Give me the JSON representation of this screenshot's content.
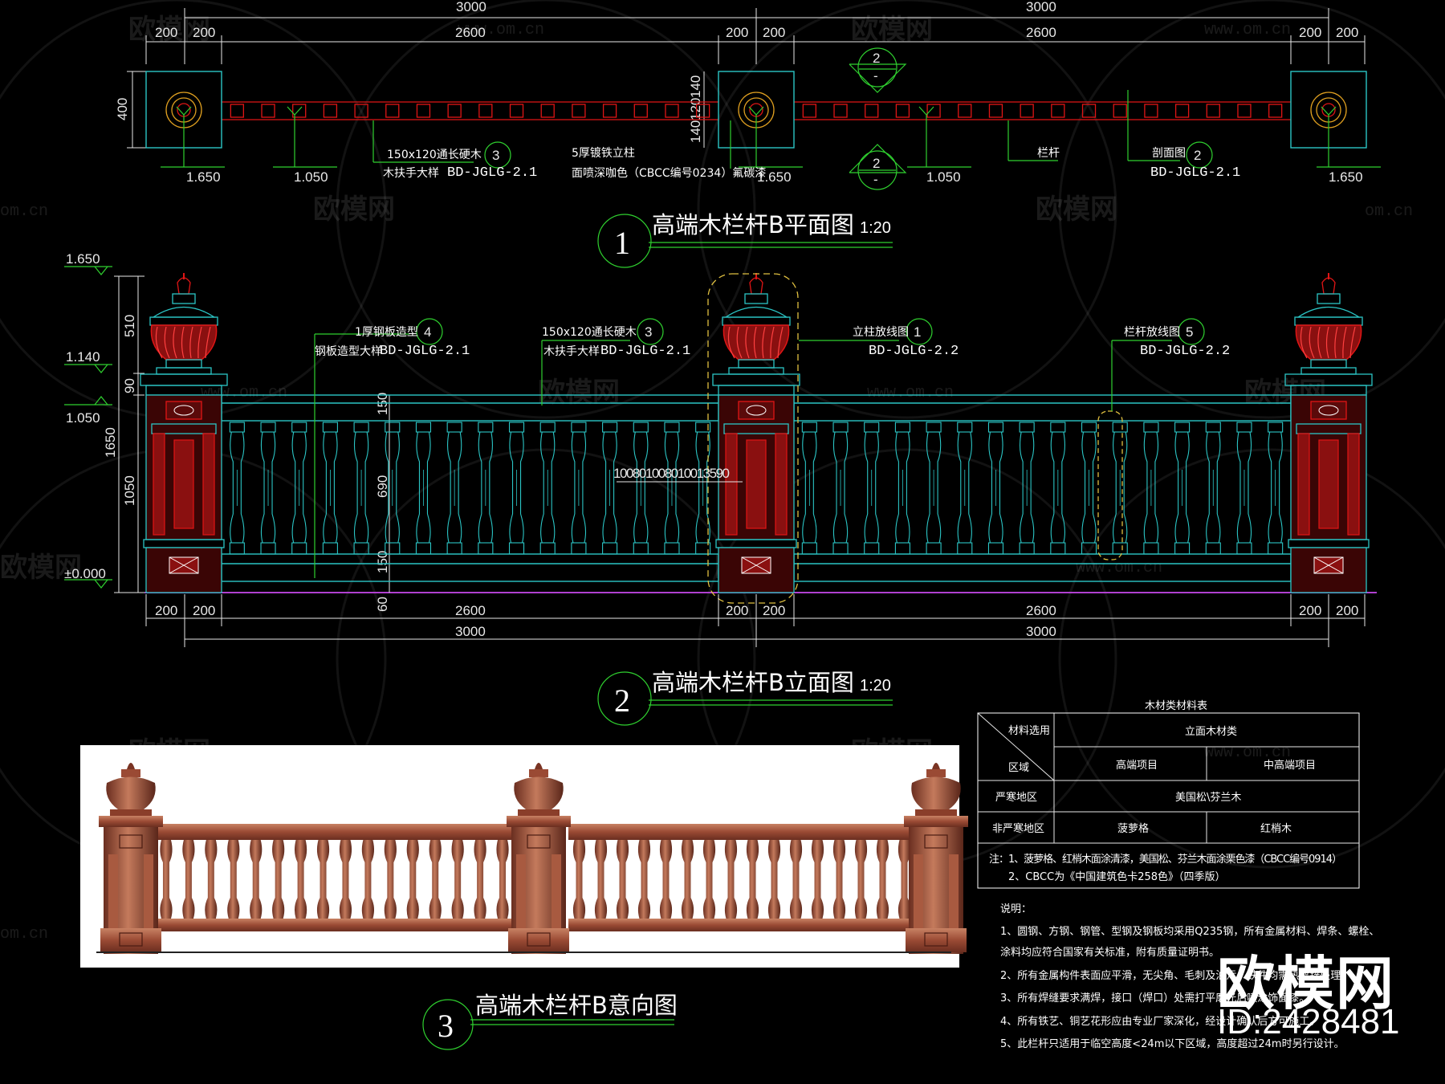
{
  "colors": {
    "background": "#000000",
    "cyan": "#2bc5c5",
    "red": "#e01515",
    "green": "#2fd02f",
    "white": "#ffffff",
    "wood": "#9a4a34"
  },
  "watermark": {
    "brand": "欧模网",
    "url": "www.om.cn",
    "url_short": "om.cn"
  },
  "plan": {
    "dims_top": {
      "total_left": "3000",
      "total_right": "3000",
      "a": "200",
      "b": "200",
      "span_left": "2600",
      "c": "200",
      "d": "200",
      "span_right": "2600",
      "e": "200",
      "f": "200"
    },
    "dims_side": {
      "depth": "400",
      "p1": "140",
      "p2": "120",
      "p3": "140"
    },
    "elev_labels": [
      "1.650",
      "1.050",
      "1.650",
      "1.050",
      "1.650"
    ],
    "callout_handrail": {
      "text1": "150x120通长硬木",
      "text2": "木扶手大样",
      "ref": "BD-JGLG-2.1",
      "num": "3"
    },
    "callout_post": {
      "text1": "5厚镀铁立柱",
      "text2": "面喷深咖色（CBCC编号0234）氟碳漆"
    },
    "callout_railing": {
      "text": "栏杆"
    },
    "callout_section": {
      "text": "剖面图",
      "ref": "BD-JGLG-2.1",
      "num": "2"
    },
    "section_mark_top": {
      "num": "2",
      "sub": "-"
    },
    "section_mark_bottom": {
      "num": "2",
      "sub": "-"
    },
    "title": {
      "num": "1",
      "text": "高端木栏杆B平面图",
      "scale": "1:20"
    }
  },
  "elevation": {
    "levels": [
      "1.650",
      "1.140",
      "1.050",
      "±0.000"
    ],
    "dims_left": {
      "top": "510",
      "mid": "90",
      "total": "1650",
      "lower": "1050"
    },
    "dims_inner": {
      "a": "150",
      "b": "690",
      "c": "150",
      "d": "60"
    },
    "dims_baluster": "100801008010013590",
    "callout_plate": {
      "text1": "1厚钢板造型",
      "text2": "钢板造型大样",
      "ref": "BD-JGLG-2.1",
      "num": "4"
    },
    "callout_handrail": {
      "text1": "150x120通长硬木",
      "text2": "木扶手大样",
      "ref": "BD-JGLG-2.1",
      "num": "3"
    },
    "callout_post": {
      "text": "立柱放线图",
      "ref": "BD-JGLG-2.2",
      "num": "1"
    },
    "callout_rail": {
      "text": "栏杆放线图",
      "ref": "BD-JGLG-2.2",
      "num": "5"
    },
    "dims_bottom": {
      "a": "200",
      "b": "200",
      "span_left": "2600",
      "c": "200",
      "d": "200",
      "span_right": "2600",
      "e": "200",
      "f": "200",
      "total_left": "3000",
      "total_right": "3000"
    },
    "title": {
      "num": "2",
      "text": "高端木栏杆B立面图",
      "scale": "1:20"
    }
  },
  "render": {
    "title": {
      "num": "3",
      "text": "高端木栏杆B意向图"
    }
  },
  "material_table": {
    "caption": "木材类材料表",
    "hdr_material": "材料选用",
    "hdr_region": "区域",
    "hdr_category": "立面木材类",
    "col_high": "高端项目",
    "col_mid": "中高端项目",
    "row1_label": "严寒地区",
    "row1_value": "美国松\\芬兰木",
    "row2_label": "非严寒地区",
    "row2_high": "菠萝格",
    "row2_mid": "红梢木",
    "note1": "注：1、菠萝格、红梢木面涂清漆，美国松、芬兰木面涂栗色漆（CBCC编号0914）",
    "note2": "2、CBCC为《中国建筑色卡258色》（四季版）"
  },
  "notes": {
    "heading": "说明：",
    "items": [
      "1、圆钢、方钢、钢管、型钢及钢板均采用Q235钢，所有金属材料、焊条、螺栓、",
      "涂料均应符合国家有关标准，附有质量证明书。",
      "2、所有金属构件表面应平滑，无尖角、毛刺及油污，铁件均需热镀锌处理。",
      "3、所有焊缝要求满焊，接口（焊口）处需打平磨光后喷涂饰面漆。",
      "4、所有铁艺、铜艺花形应由专业厂家深化，经设计确认后方可施工。",
      "5、此栏杆只适用于临空高度<24m以下区域，高度超过24m时另行设计。"
    ]
  },
  "brand": {
    "name": "欧模网",
    "id": "ID:2428481"
  }
}
